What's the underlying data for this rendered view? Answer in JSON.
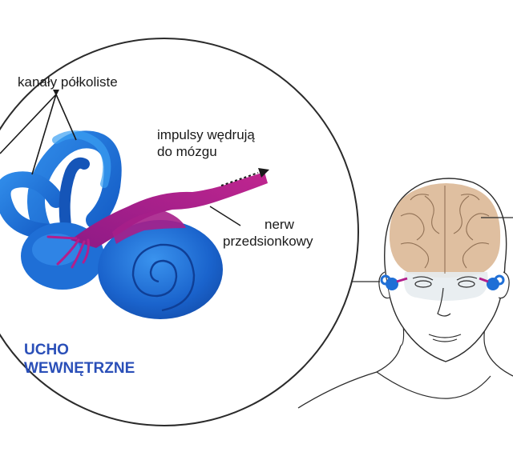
{
  "labels": {
    "canals": "kanały półkoliste",
    "impulses_line1": "impulsy wędrują",
    "impulses_line2": "do mózgu",
    "nerve_line1": "nerw",
    "nerve_line2": "przedsionkowy",
    "title_line1": "UCHO",
    "title_line2": "WEWNĘTRZNE"
  },
  "colors": {
    "inner_ear_blue": "#1f6fd6",
    "nerve_magenta": "#b21f8c",
    "title_blue": "#2a4fb8",
    "brain_tan": "#d9b48f"
  }
}
